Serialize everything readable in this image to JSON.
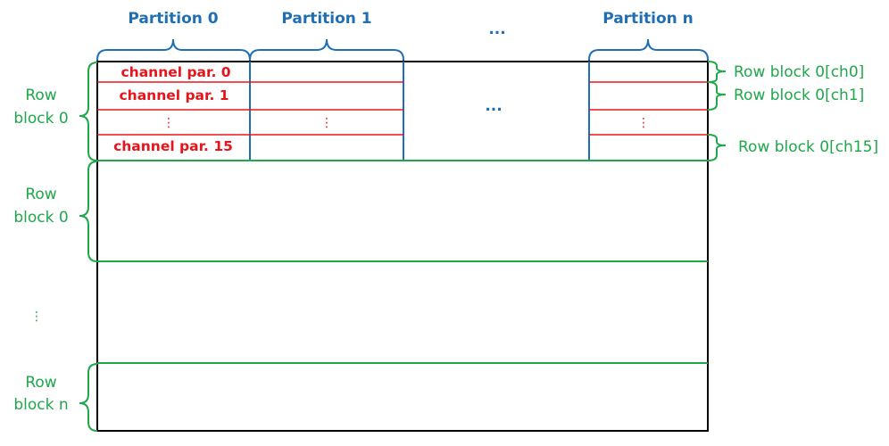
{
  "colors": {
    "partition": "#1f6fb2",
    "channel": "#e8141b",
    "rowblock": "#1ea84a",
    "frame": "#000000"
  },
  "partitions": {
    "p0": "Partition 0",
    "p1": "Partition 1",
    "ellipsis": "...",
    "pn": "Partition n"
  },
  "middle_ellipsis": "...",
  "channels": {
    "ch0": "channel par. 0",
    "ch1": "channel par. 1",
    "vdots": "⋮",
    "ch15": "channel par. 15"
  },
  "row_blocks_left": [
    {
      "line1": "Row",
      "line2": "block 0"
    },
    {
      "line1": "Row",
      "line2": "block 0"
    },
    {
      "line1": "⋮",
      "line2": ""
    },
    {
      "line1": "Row",
      "line2": "block n"
    }
  ],
  "row_blocks_right": {
    "ch0": "Row block 0[ch0]",
    "ch1": "Row block 0[ch1]",
    "ch15": "Row block 0[ch15]"
  }
}
